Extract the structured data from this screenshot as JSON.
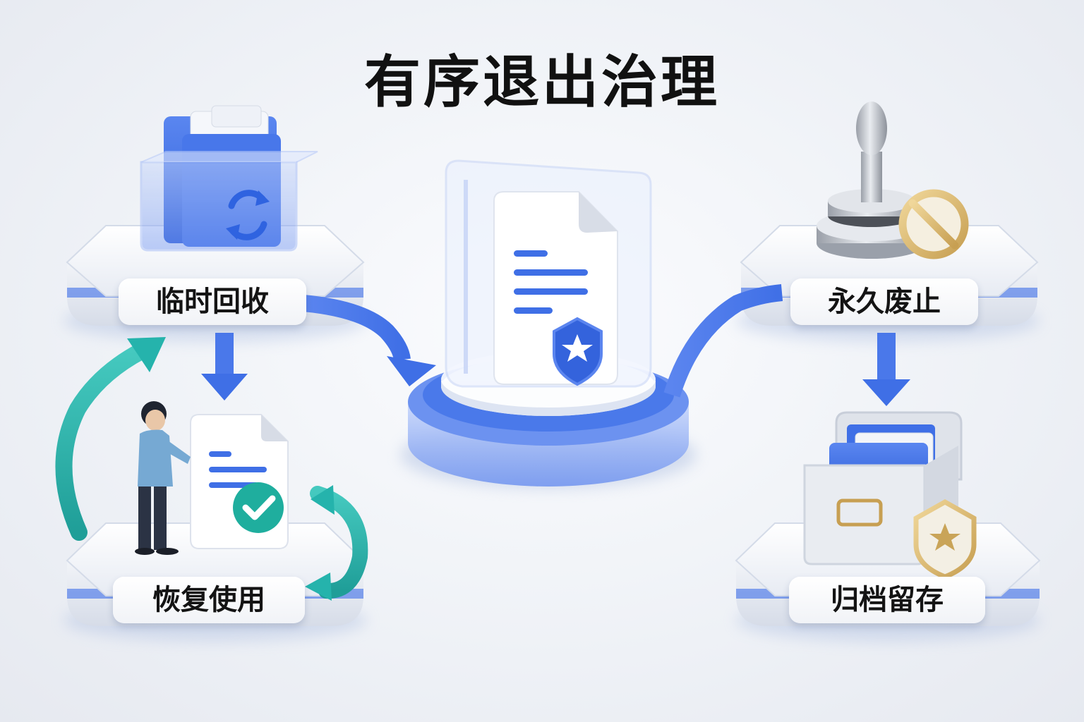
{
  "title": "有序退出治理",
  "nodes": {
    "temporary_recall": {
      "label": "临时回收",
      "icon": "transparent-box-with-folders-and-recycle-icon"
    },
    "restore_use": {
      "label": "恢复使用",
      "icon": "person-with-checked-document-icon"
    },
    "center": {
      "icon": "document-with-shield-star-icon"
    },
    "permanent_abolish": {
      "label": "永久废止",
      "icon": "stamp-with-prohibited-sign-icon"
    },
    "archive_retain": {
      "label": "归档留存",
      "icon": "archive-box-with-shield-icon"
    }
  },
  "colors": {
    "primary_blue": "#3f6fe6",
    "teal": "#25b3ac",
    "gold": "#d6b46a",
    "text": "#141414"
  }
}
